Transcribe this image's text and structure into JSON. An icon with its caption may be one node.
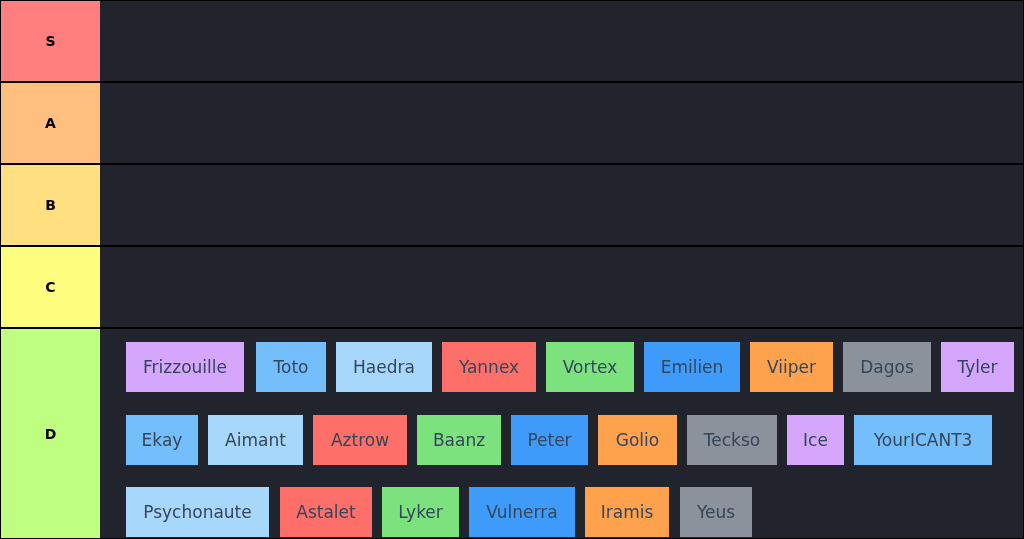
{
  "diagram": {
    "nodes": [
      {
        "text": [
          "S"
        ]
      },
      {
        "text": [
          "A"
        ]
      },
      {
        "text": [
          "B"
        ]
      },
      {
        "text": [
          "C"
        ]
      },
      {
        "text": [
          "D"
        ]
      },
      {
        "text": [
          "Frizzouille"
        ],
        "in": 4
      },
      {
        "text": [
          "Toto"
        ],
        "in": 4
      },
      {
        "text": [
          "Haedra"
        ],
        "in": 4
      },
      {
        "text": [
          "Yannex"
        ],
        "in": 4
      },
      {
        "text": [
          "Vortex"
        ],
        "in": 4
      },
      {
        "text": [
          "Emilien"
        ],
        "in": 4
      },
      {
        "text": [
          "Viiper"
        ],
        "in": 4
      },
      {
        "text": [
          "Dagos"
        ],
        "in": 4
      },
      {
        "text": [
          "Tyler"
        ],
        "in": 4
      },
      {
        "text": [
          "Ekay"
        ],
        "in": 4
      },
      {
        "text": [
          "Aimant"
        ],
        "in": 4
      },
      {
        "text": [
          "Aztrow"
        ],
        "in": 4
      },
      {
        "text": [
          "Baanz"
        ],
        "in": 4
      },
      {
        "text": [
          "Peter"
        ],
        "in": 4
      },
      {
        "text": [
          "Golio"
        ],
        "in": 4
      },
      {
        "text": [
          "Teckso"
        ],
        "in": 4
      },
      {
        "text": [
          "Ice"
        ],
        "in": 4
      },
      {
        "text": [
          "YourICANT3"
        ],
        "in": 4
      },
      {
        "text": [
          "Psychonaute"
        ],
        "in": 4
      },
      {
        "text": [
          "Astalet"
        ],
        "in": 4
      },
      {
        "text": [
          "Lyker"
        ],
        "in": 4
      },
      {
        "text": [
          "Vulnerra"
        ],
        "in": 4
      },
      {
        "text": [
          "Iramis"
        ],
        "in": 4
      },
      {
        "text": [
          "Yeus"
        ],
        "in": 4
      }
    ]
  }
}
